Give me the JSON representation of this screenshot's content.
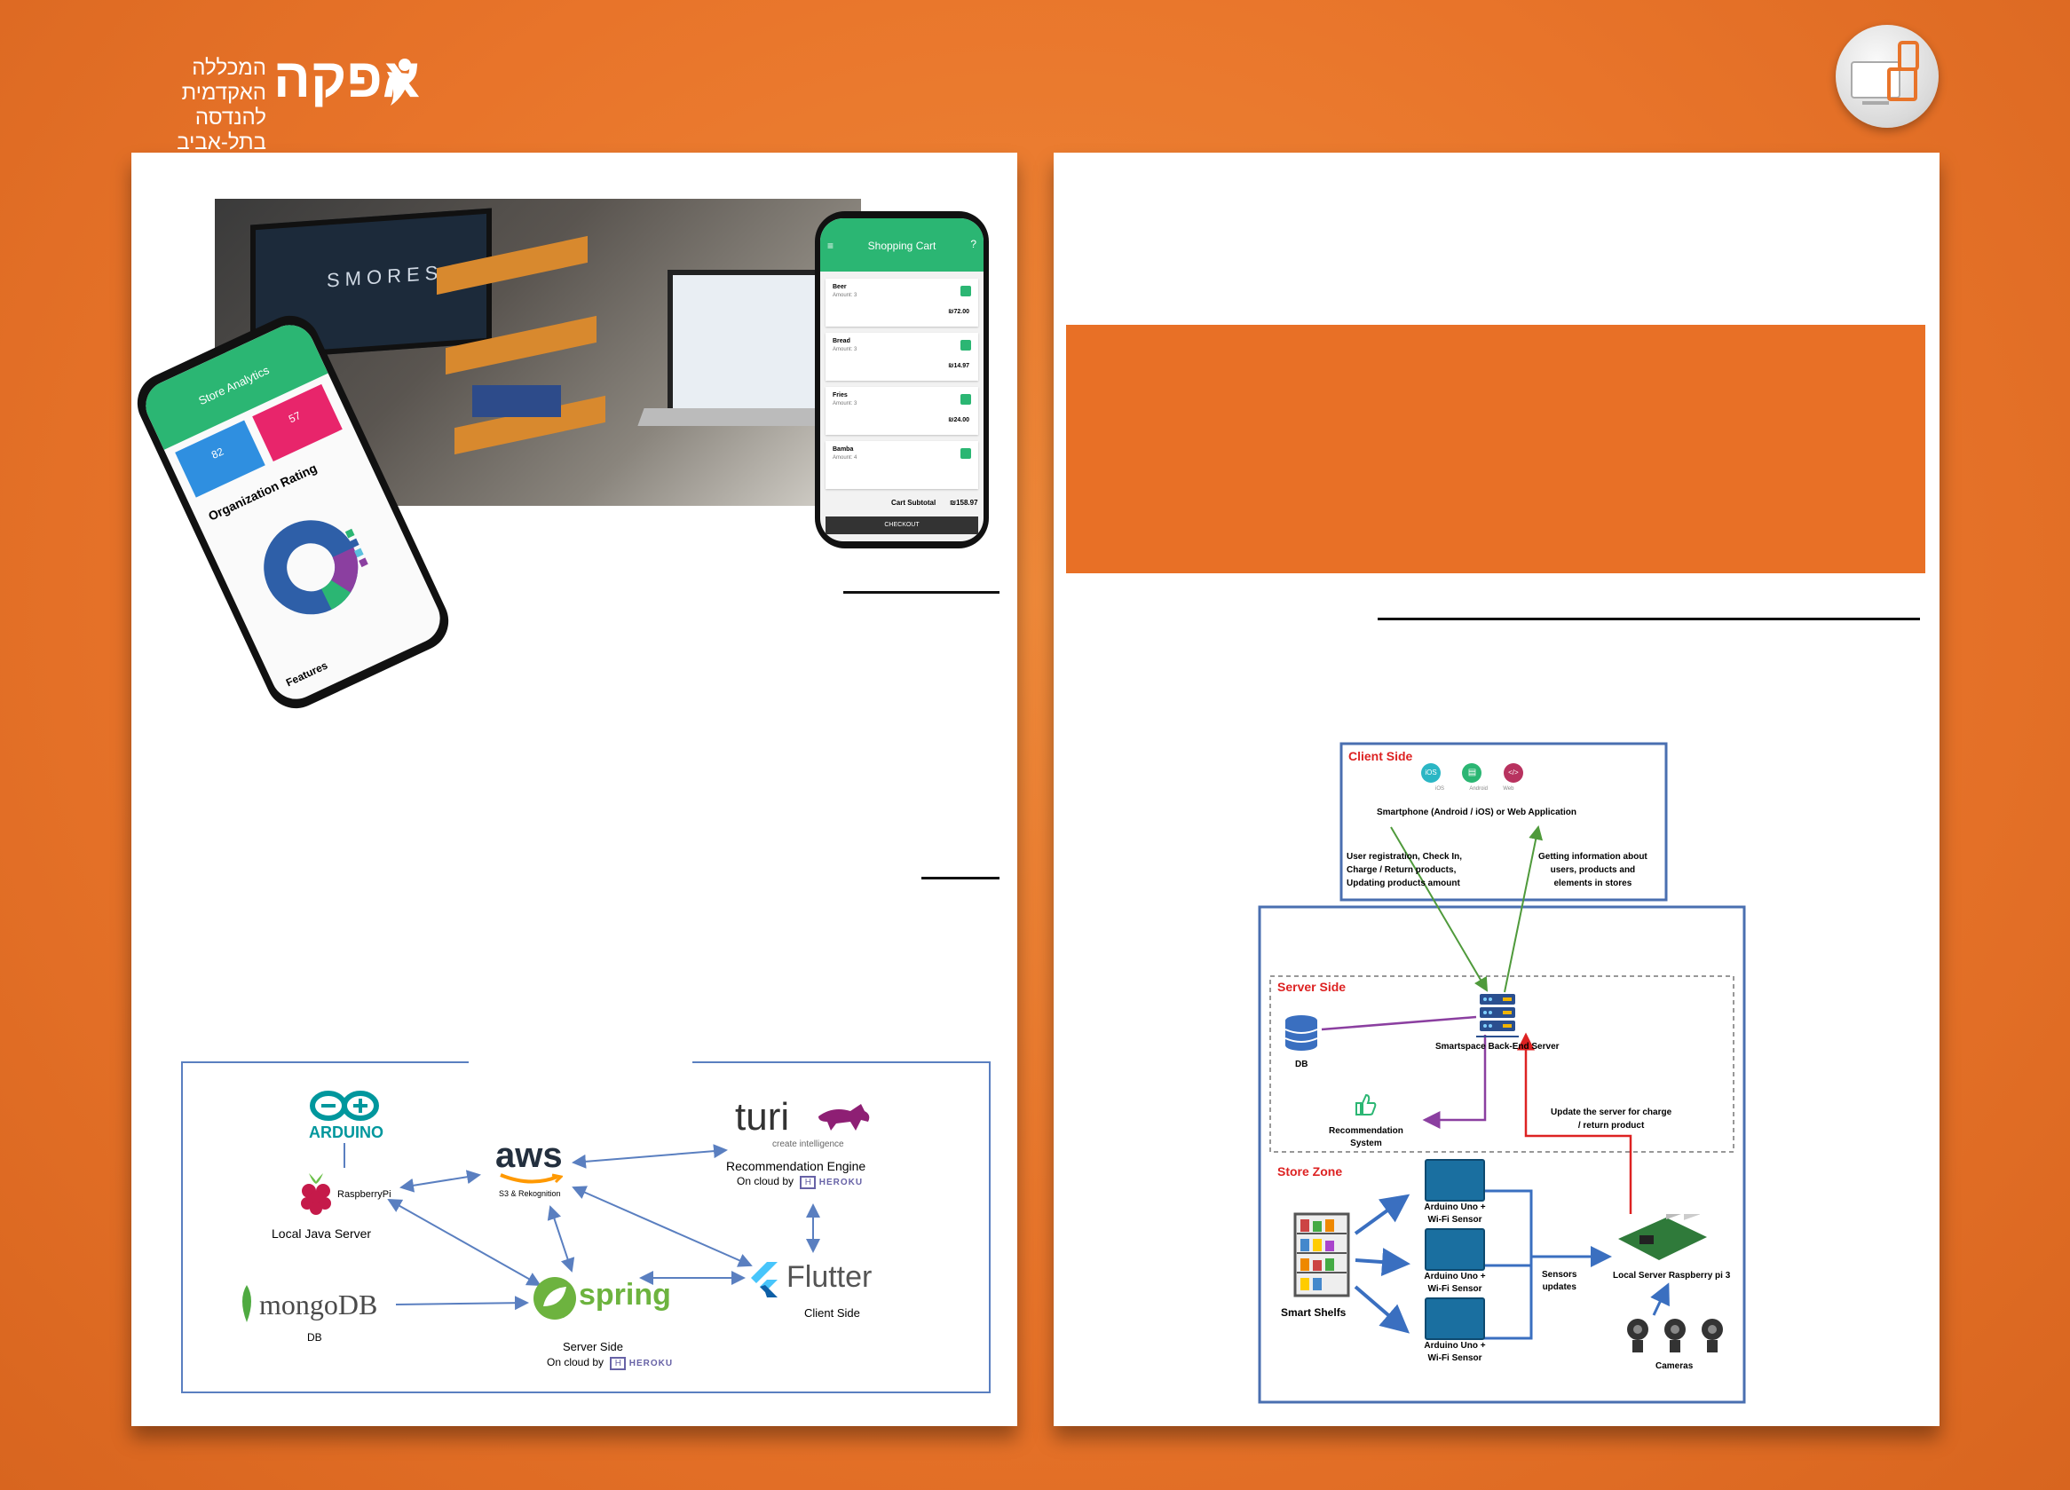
{
  "header": {
    "logo_line1": "המכללה האקדמית",
    "logo_line2": "להנדסה בתל-אביב",
    "logo_main": "אפקה"
  },
  "left_page": {
    "cart_app": {
      "title": "Shopping Cart",
      "items": [
        {
          "name": "Beer",
          "amount": "Amount: 3",
          "price": "₪72.00"
        },
        {
          "name": "Bread",
          "amount": "Amount: 3",
          "price": "₪14.97"
        },
        {
          "name": "Fries",
          "amount": "Amount: 3",
          "price": "₪24.00"
        },
        {
          "name": "Bamba",
          "amount": "Amount: 4",
          "price": ""
        }
      ],
      "subtotal_label": "Cart Subtotal",
      "subtotal_value": "₪158.97",
      "checkout": "CHECKOUT"
    },
    "analytics_app": {
      "title": "Store Analytics",
      "card1_value": "82",
      "card2_value": "57",
      "rating_title": "Organization Rating",
      "bottom_label": "Features"
    },
    "monitor_text": "SMORES",
    "tech": {
      "arduino": "ARDUINO",
      "raspberry": "RaspberryPi",
      "local_server": "Local Java Server",
      "aws": "aws",
      "aws_sub": "S3 & Rekognition",
      "turi": "turi",
      "turi_sub": "create intelligence",
      "rec_engine": "Recommendation Engine",
      "on_cloud_by": "On cloud by",
      "heroku": "HEROKU",
      "mongodb": "mongoDB",
      "db": "DB",
      "spring": "spring",
      "server_side": "Server Side",
      "flutter": "Flutter",
      "client_side": "Client Side"
    }
  },
  "right_page": {
    "arch": {
      "client_side": "Client Side",
      "ios": "iOS",
      "android": "Android",
      "web": "Web",
      "smartphone": "Smartphone (Android / iOS) or Web Application",
      "left_note": [
        "User registration, Check In,",
        "Charge / Return products,",
        "Updating products amount"
      ],
      "right_note": [
        "Getting information about",
        "users, products and",
        "elements in stores"
      ],
      "server_side": "Server Side",
      "db": "DB",
      "backend": "Smartspace Back-End Server",
      "rec_system": [
        "Recommendation",
        "System"
      ],
      "update_note": [
        "Update the server for charge",
        "/ return product"
      ],
      "store_zone": "Store Zone",
      "smart_shelfs": "Smart Shelfs",
      "arduino_label": [
        "Arduino Uno +",
        "Wi-Fi Sensor"
      ],
      "sensors": [
        "Sensors",
        "updates"
      ],
      "local_rpi": "Local Server Raspberry pi 3",
      "cameras": "Cameras"
    }
  },
  "colors": {
    "orange_bg": "#e8742a",
    "orange_band": "#e87026",
    "green": "#2bb673",
    "arch_blue": "#4a6fb0",
    "purple": "#8b3fa0",
    "red": "#d22"
  }
}
